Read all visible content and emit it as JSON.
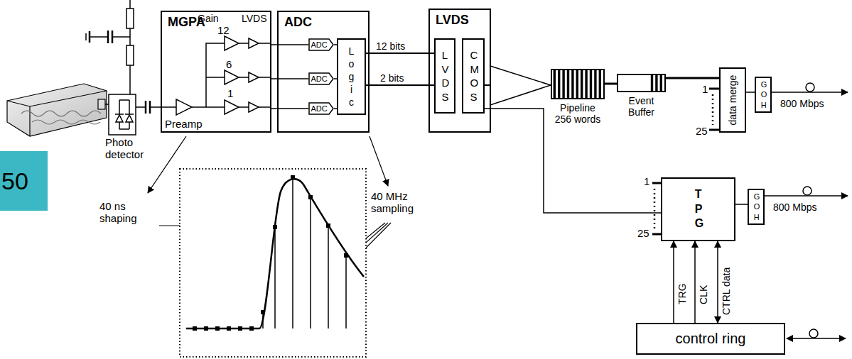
{
  "diagram": {
    "nodes": [
      {
        "text": [
          "MGPA"
        ]
      },
      {
        "text": [
          "ADC"
        ]
      },
      {
        "text": [
          "ADC"
        ],
        "in": 1
      },
      {
        "text": [
          "ADC"
        ],
        "in": 1
      },
      {
        "text": [
          "ADC"
        ],
        "in": 1
      },
      {
        "text": [
          "Logic"
        ],
        "in": 1
      },
      {
        "text": [
          "LVDS"
        ]
      },
      {
        "text": [
          "LVDS"
        ],
        "in": 6
      },
      {
        "text": [
          "CMOS"
        ],
        "in": 6
      },
      {
        "text": [
          "Pipeline 256 words"
        ]
      },
      {
        "text": [
          "Event Buffer"
        ]
      },
      {
        "text": [
          "data merge"
        ]
      },
      {
        "text": [
          "GOH"
        ]
      },
      {
        "text": [
          "TPG"
        ]
      },
      {
        "text": [
          "GOH"
        ]
      },
      {
        "text": [
          "control ring"
        ]
      },
      {
        "text": [
          "50"
        ]
      }
    ],
    "edges": [
      {
        "from": 0,
        "to": 2,
        "arrow": "none"
      },
      {
        "from": 0,
        "to": 3,
        "arrow": "none"
      },
      {
        "from": 0,
        "to": 4,
        "arrow": "none"
      },
      {
        "from": 2,
        "to": 5,
        "arrow": "none"
      },
      {
        "from": 3,
        "to": 5,
        "arrow": "none"
      },
      {
        "from": 4,
        "to": 5,
        "arrow": "none"
      },
      {
        "from": 5,
        "to": 7,
        "label": "12 bits",
        "arrow": "none"
      },
      {
        "from": 5,
        "to": 7,
        "label": "2 bits",
        "arrow": "none"
      },
      {
        "from": 8,
        "to": 9,
        "arrow": "none"
      },
      {
        "from": 9,
        "to": 10,
        "arrow": "none"
      },
      {
        "from": 10,
        "to": 11,
        "arrow": "none"
      },
      {
        "from": 11,
        "to": 12,
        "arrow": "none"
      },
      {
        "from": 8,
        "to": 13,
        "arrow": "none"
      },
      {
        "from": 13,
        "to": 14,
        "arrow": "none"
      },
      {
        "from": 15,
        "to": 13,
        "label": "TRG",
        "arrow": "to"
      },
      {
        "from": 15,
        "to": 13,
        "label": "CLK",
        "arrow": "to"
      },
      {
        "from": 15,
        "to": 13,
        "label": "CTRL data",
        "arrow": "both"
      }
    ],
    "labels": [
      "Gain",
      "LVDS",
      "12",
      "6",
      "1",
      "Preamp",
      "Photo detector",
      "1",
      "25",
      "800 Mbps",
      "1",
      "25",
      "800 Mbps",
      "40 ns shaping",
      "40 MHz sampling"
    ]
  }
}
